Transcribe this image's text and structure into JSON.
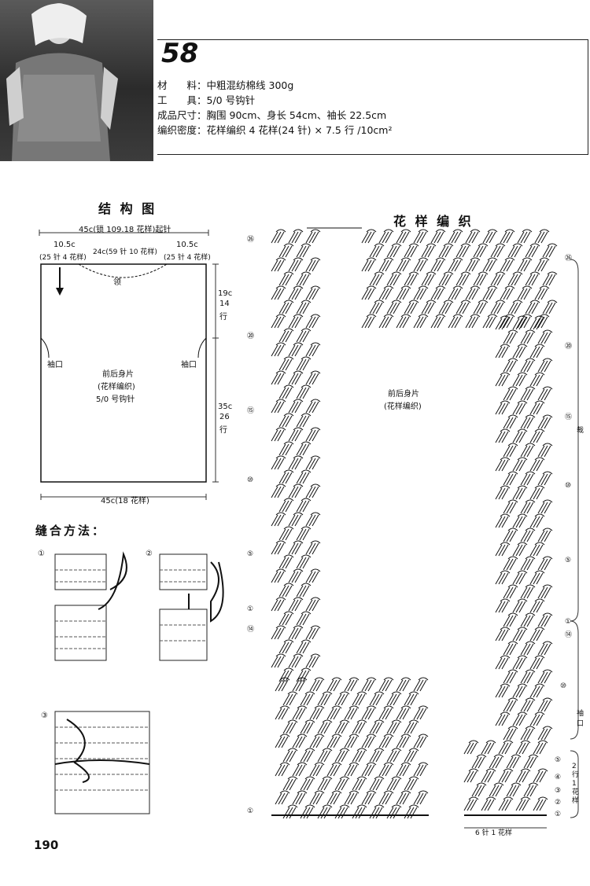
{
  "header": {
    "pattern_number": "58",
    "specs": [
      {
        "label": "材　　料：",
        "value": "中粗混纺棉线 300g"
      },
      {
        "label": "工　　具：",
        "value": "5/0 号钩针"
      },
      {
        "label": "成品尺寸：",
        "value": "胸围 90cm、身长 54cm、袖长 22.5cm"
      },
      {
        "label": "编织密度：",
        "value": "花样编织  4 花样(24 针) × 7.5 行 /10cm²"
      }
    ]
  },
  "structure": {
    "title": "结 构 图",
    "top_width": "45c(锁 109.18 花样)起针",
    "left_shoulder": "10.5c",
    "left_shoulder_sub": "(25 针 4 花样)",
    "neck_width": "24c(59 针 10 花样)",
    "right_shoulder": "10.5c",
    "right_shoulder_sub": "(25 针 4 花样)",
    "neck_label": "领",
    "sleeve_left": "袖口",
    "sleeve_right": "袖口",
    "body_label_1": "前后身片",
    "body_label_2": "(花样编织)",
    "body_label_3": "5/0 号钩针",
    "upper_height": "19c",
    "upper_rows": "14",
    "upper_rows_unit": "行",
    "lower_height": "35c",
    "lower_rows": "26",
    "lower_rows_unit": "行",
    "bottom_width": "45c(18 花样)"
  },
  "seaming": {
    "title": "缝合方法：",
    "steps": [
      "①",
      "②",
      "③"
    ]
  },
  "pattern": {
    "title": "花 样 编 织",
    "center_label_1": "前后身片",
    "center_label_2": "(花样编织)",
    "left_rows": [
      "㉖",
      "⑳",
      "⑮",
      "⑩",
      "⑤",
      "①",
      "⑭",
      "①"
    ],
    "right_rows": [
      "㉖",
      "⑳",
      "⑮",
      "⑩",
      "⑤",
      "①",
      "⑭",
      "⑩",
      "⑤",
      "④",
      "③",
      "②",
      "①"
    ],
    "side_label_top": "裁",
    "side_label_sleeve": "袖口",
    "repeat_rows": "2 行 1 花样",
    "repeat_stitches": "6 针 1 花样"
  },
  "page_number": "190"
}
